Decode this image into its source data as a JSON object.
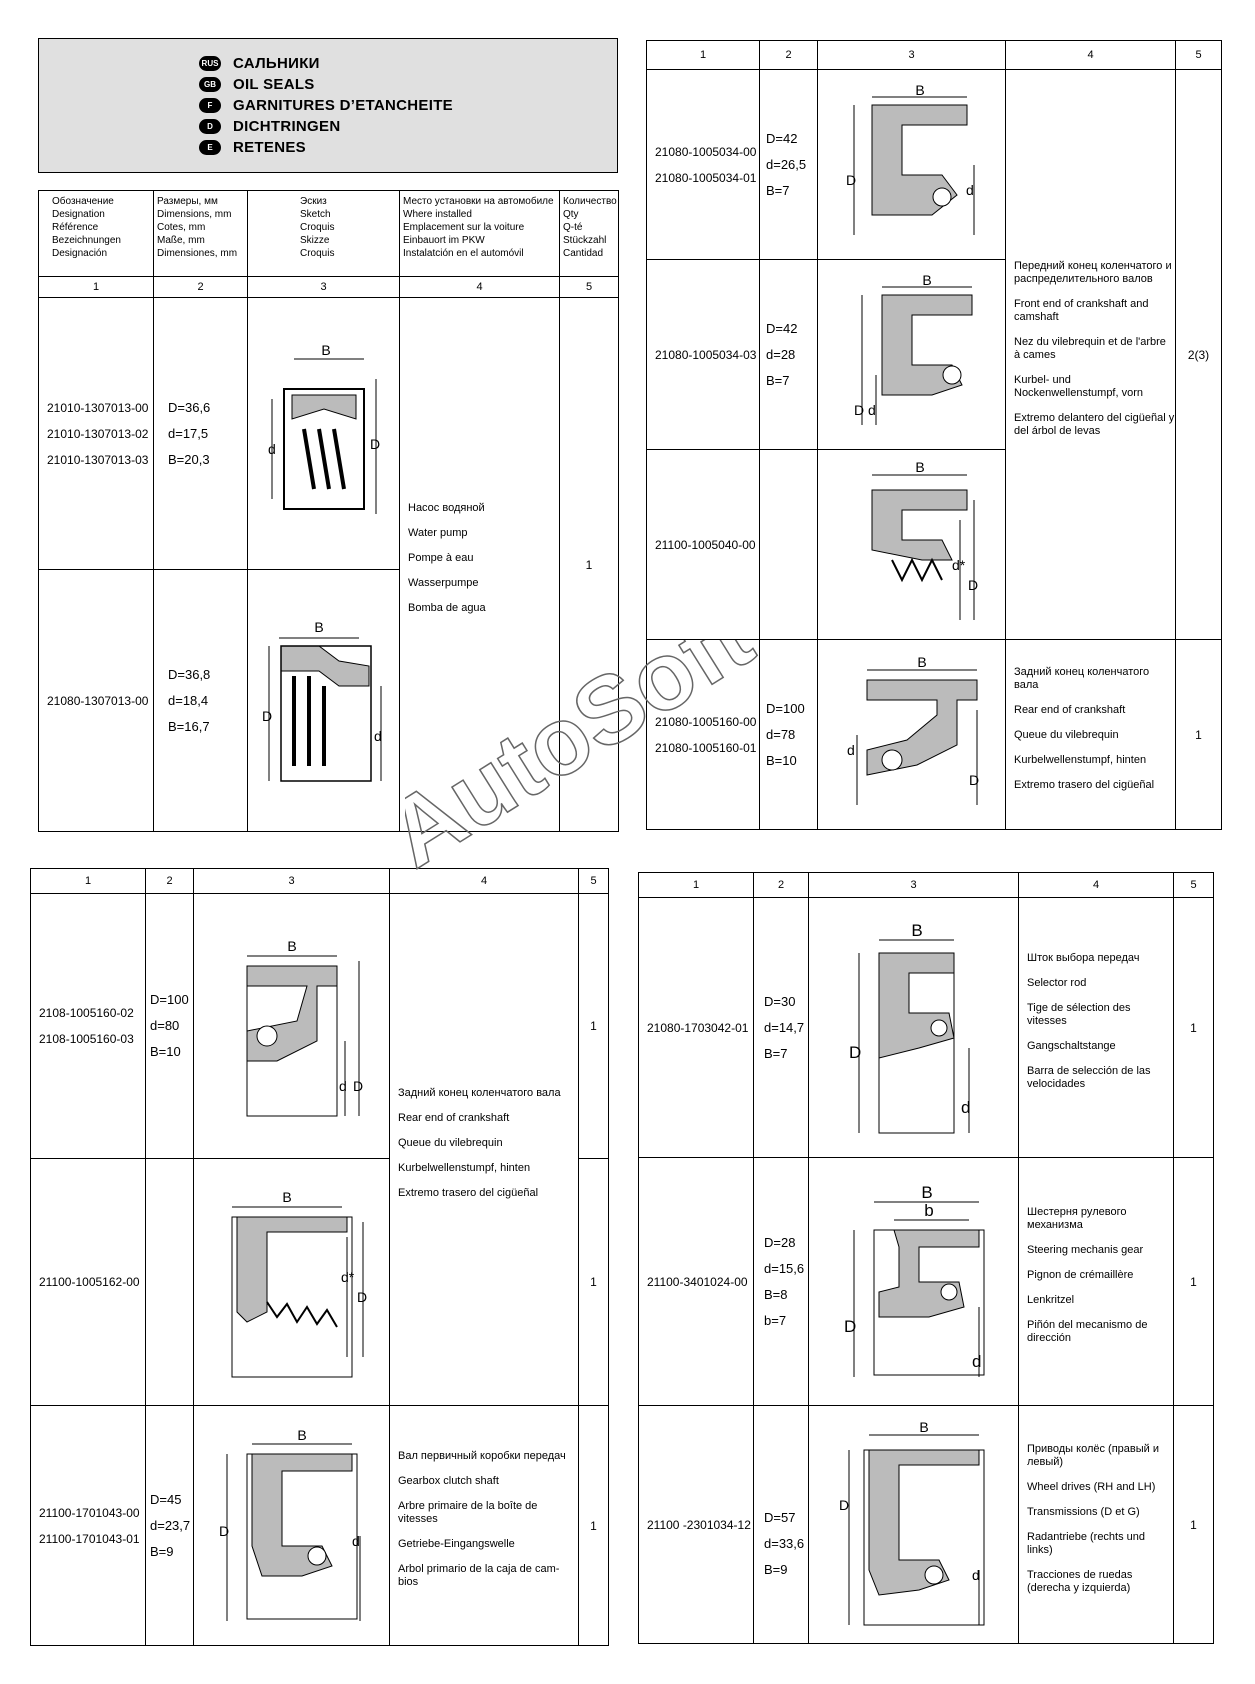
{
  "title_block": {
    "rows": [
      {
        "badge": "RUS",
        "label": "САЛЬНИКИ"
      },
      {
        "badge": "GB",
        "label": "OIL SEALS"
      },
      {
        "badge": "F",
        "label": "GARNITURES D’ETANCHEITE"
      },
      {
        "badge": "D",
        "label": "DICHTRINGEN"
      },
      {
        "badge": "E",
        "label": "RETENES"
      }
    ]
  },
  "column_headers": {
    "col1": [
      "Обозначение",
      "Designation",
      "Référence",
      "Bezeichnungen",
      "Designación"
    ],
    "col2": [
      "Размеры, мм",
      "Dimensions, mm",
      "Cotes, mm",
      "Maße, mm",
      "Dimensiones, mm"
    ],
    "col3": [
      "Эскиз",
      "Sketch",
      "Croquis",
      "Skizze",
      "Croquis"
    ],
    "col4": [
      "Место установки на автомобиле",
      "Where installed",
      "Emplacement sur la voiture",
      "Einbauort im PKW",
      "Instalatción en el automóvil"
    ],
    "col5": [
      "Количество",
      "Qty",
      "Q-té",
      "Stückzahl",
      "Cantidad"
    ]
  },
  "col_numbers": [
    "1",
    "2",
    "3",
    "4",
    "5"
  ],
  "table_tl": {
    "rows": [
      {
        "codes": [
          "21010-1307013-00",
          "21010-1307013-02",
          "21010-1307013-03"
        ],
        "dims": [
          "D=36,6",
          "d=17,5",
          "B=20,3"
        ]
      },
      {
        "codes": [
          "21080-1307013-00"
        ],
        "dims": [
          "D=36,8",
          "d=18,4",
          "B=16,7"
        ]
      }
    ],
    "location": [
      "Насос водяной",
      "Water pump",
      "Pompe à eau",
      "Wasserpumpe",
      "Bomba de agua"
    ],
    "qty": "1"
  },
  "table_tr": {
    "rows": [
      {
        "codes": [
          "21080-1005034-00",
          "21080-1005034-01"
        ],
        "dims": [
          "D=42",
          "d=26,5",
          "B=7"
        ]
      },
      {
        "codes": [
          "21080-1005034-03"
        ],
        "dims": [
          "D=42",
          "d=28",
          "B=7"
        ]
      },
      {
        "codes": [
          "21100-1005040-00"
        ],
        "dims": []
      },
      {
        "codes": [
          "21080-1005160-00",
          "21080-1005160-01"
        ],
        "dims": [
          "D=100",
          "d=78",
          "B=10"
        ]
      }
    ],
    "location_front": [
      "Передний конец коленчатого и распределительного валов",
      "Front end of crankshaft and camshaft",
      "Nez du vilebrequin et de l'arbre à cames",
      "Kurbel- und Nockenwellenstumpf, vorn",
      "Extremo delantero del cigüeñal y del árbol de levas"
    ],
    "qty_front": "2(3)",
    "location_rear": [
      "Задний конец коленчатого вала",
      "Rear end of crankshaft",
      "Queue du vilebrequin",
      "Kurbelwellenstumpf, hinten",
      "Extremo trasero del cigüeñal"
    ],
    "qty_rear": "1"
  },
  "table_bl": {
    "rows": [
      {
        "codes": [
          "2108-1005160-02",
          "2108-1005160-03"
        ],
        "dims": [
          "D=100",
          "d=80",
          "B=10"
        ],
        "qty": "1"
      },
      {
        "codes": [
          "21100-1005162-00"
        ],
        "dims": [],
        "qty": "1"
      },
      {
        "codes": [
          "21100-1701043-00",
          "21100-1701043-01"
        ],
        "dims": [
          "D=45",
          "d=23,7",
          "B=9"
        ],
        "qty": "1"
      }
    ],
    "location_rear": [
      "Задний конец коленчатого вала",
      "Rear end of crankshaft",
      "Queue du vilebrequin",
      "Kurbelwellenstumpf, hinten",
      "Extremo trasero del cigüeñal"
    ],
    "location_gearbox": [
      "Вал первичный коробки передач",
      "Gearbox clutch shaft",
      "Arbre primaire de la boîte de vitesses",
      "Getriebe-Eingangswelle",
      "Arbol primario de la caja de cam-bios"
    ]
  },
  "table_br": {
    "rows": [
      {
        "codes": [
          "21080-1703042-01"
        ],
        "dims": [
          "D=30",
          "d=14,7",
          "B=7"
        ],
        "location": [
          "Шток выбора передач",
          "Selector rod",
          "Tige de sélection des vitesses",
          "Gangschaltstange",
          "Barra de selección de las velocidades"
        ],
        "qty": "1"
      },
      {
        "codes": [
          "21100-3401024-00"
        ],
        "dims": [
          "D=28",
          "d=15,6",
          "B=8",
          "b=7"
        ],
        "location": [
          "Шестерня рулевого механизма",
          "Steering mechanis gear",
          "Pignon de crémaillère",
          "Lenkritzel",
          "Piñón del mecanismo de dirección"
        ],
        "qty": "1"
      },
      {
        "codes": [
          "21100 -2301034-12"
        ],
        "dims": [
          "D=57",
          "d=33,6",
          "B=9"
        ],
        "location": [
          "Приводы колёс (правый и левый)",
          "Wheel drives (RH and LH)",
          "Transmissions (D et G)",
          "Radantriebe (rechts und links)",
          "Tracciones de ruedas (derecha y izquierda)"
        ],
        "qty": "1"
      }
    ]
  },
  "sketch_labels": {
    "B": "B",
    "b": "b",
    "D": "D",
    "d": "d",
    "dstar": "d*"
  },
  "watermark": "AutoSoft"
}
